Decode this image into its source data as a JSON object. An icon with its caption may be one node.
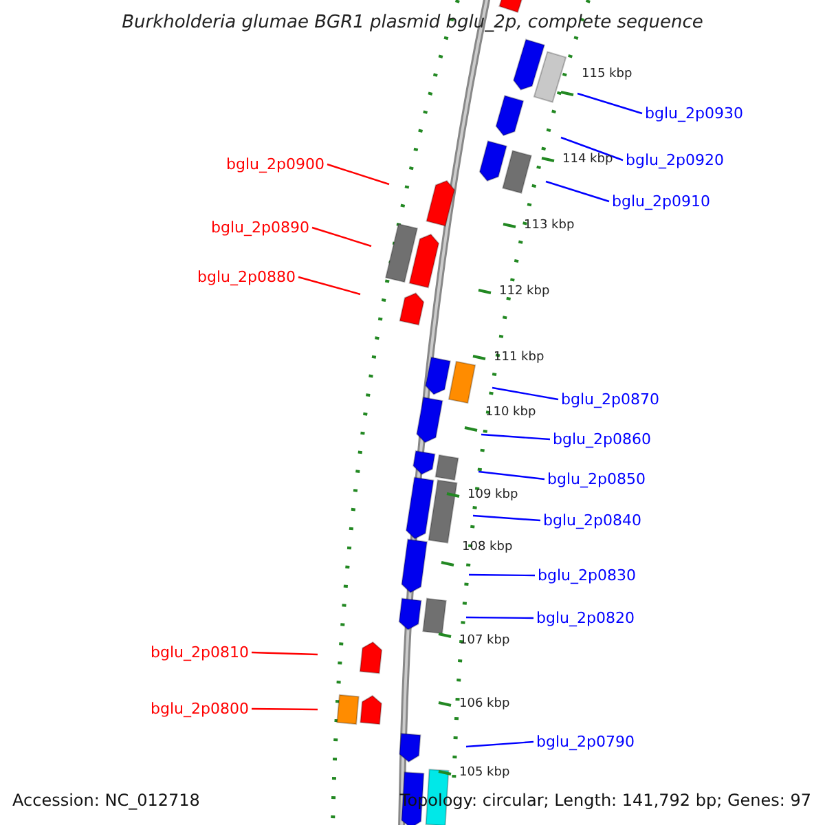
{
  "diagram": {
    "title": "Burkholderia glumae BGR1 plasmid bglu_2p, complete sequence",
    "nodes": [
      {
        "text": [
          "bglu_2p0930"
        ]
      },
      {
        "text": [
          "bglu_2p0920"
        ]
      },
      {
        "text": [
          "bglu_2p0900"
        ]
      },
      {
        "text": [
          "bglu_2p0910"
        ]
      },
      {
        "text": [
          "bglu_2p0890"
        ]
      },
      {
        "text": [
          "bglu_2p0880"
        ]
      },
      {
        "text": [
          "bglu_2p0870"
        ]
      },
      {
        "text": [
          "bglu_2p0860"
        ]
      },
      {
        "text": [
          "bglu_2p0850"
        ]
      },
      {
        "text": [
          "bglu_2p0840"
        ]
      },
      {
        "text": [
          "bglu_2p0830"
        ]
      },
      {
        "text": [
          "bglu_2p0820"
        ]
      },
      {
        "text": [
          "bglu_2p0810"
        ]
      },
      {
        "text": [
          "bglu_2p0800"
        ]
      },
      {
        "text": [
          "bglu_2p0790"
        ]
      }
    ],
    "edges": [
      {
        "from": 0,
        "to": null,
        "arrow": "none"
      },
      {
        "from": 1,
        "to": null,
        "arrow": "none"
      },
      {
        "from": 2,
        "to": null,
        "arrow": "none",
        "color": "#ff0000"
      },
      {
        "from": 3,
        "to": null,
        "arrow": "none"
      },
      {
        "from": 4,
        "to": null,
        "arrow": "none",
        "color": "#ff0000"
      },
      {
        "from": 5,
        "to": null,
        "arrow": "none",
        "color": "#ff0000"
      },
      {
        "from": 6,
        "to": null,
        "arrow": "none"
      },
      {
        "from": 7,
        "to": null,
        "arrow": "none"
      },
      {
        "from": 8,
        "to": null,
        "arrow": "none"
      },
      {
        "from": 9,
        "to": null,
        "arrow": "none"
      },
      {
        "from": 10,
        "to": null,
        "arrow": "none"
      },
      {
        "from": 11,
        "to": null,
        "arrow": "none"
      },
      {
        "from": 12,
        "to": null,
        "arrow": "none",
        "color": "#ff0000"
      },
      {
        "from": 13,
        "to": null,
        "arrow": "none",
        "color": "#ff0000"
      },
      {
        "from": 14,
        "to": null,
        "arrow": "none"
      }
    ],
    "labels": [
      "115 kbp",
      "114 kbp",
      "113 kbp",
      "112 kbp",
      "111 kbp",
      "110 kbp",
      "109 kbp",
      "108 kbp",
      "107 kbp",
      "106 kbp",
      "105 kbp",
      "Accession: NC_012718",
      "Topology: circular; Length: 141,792 bp; Genes: 97"
    ]
  }
}
